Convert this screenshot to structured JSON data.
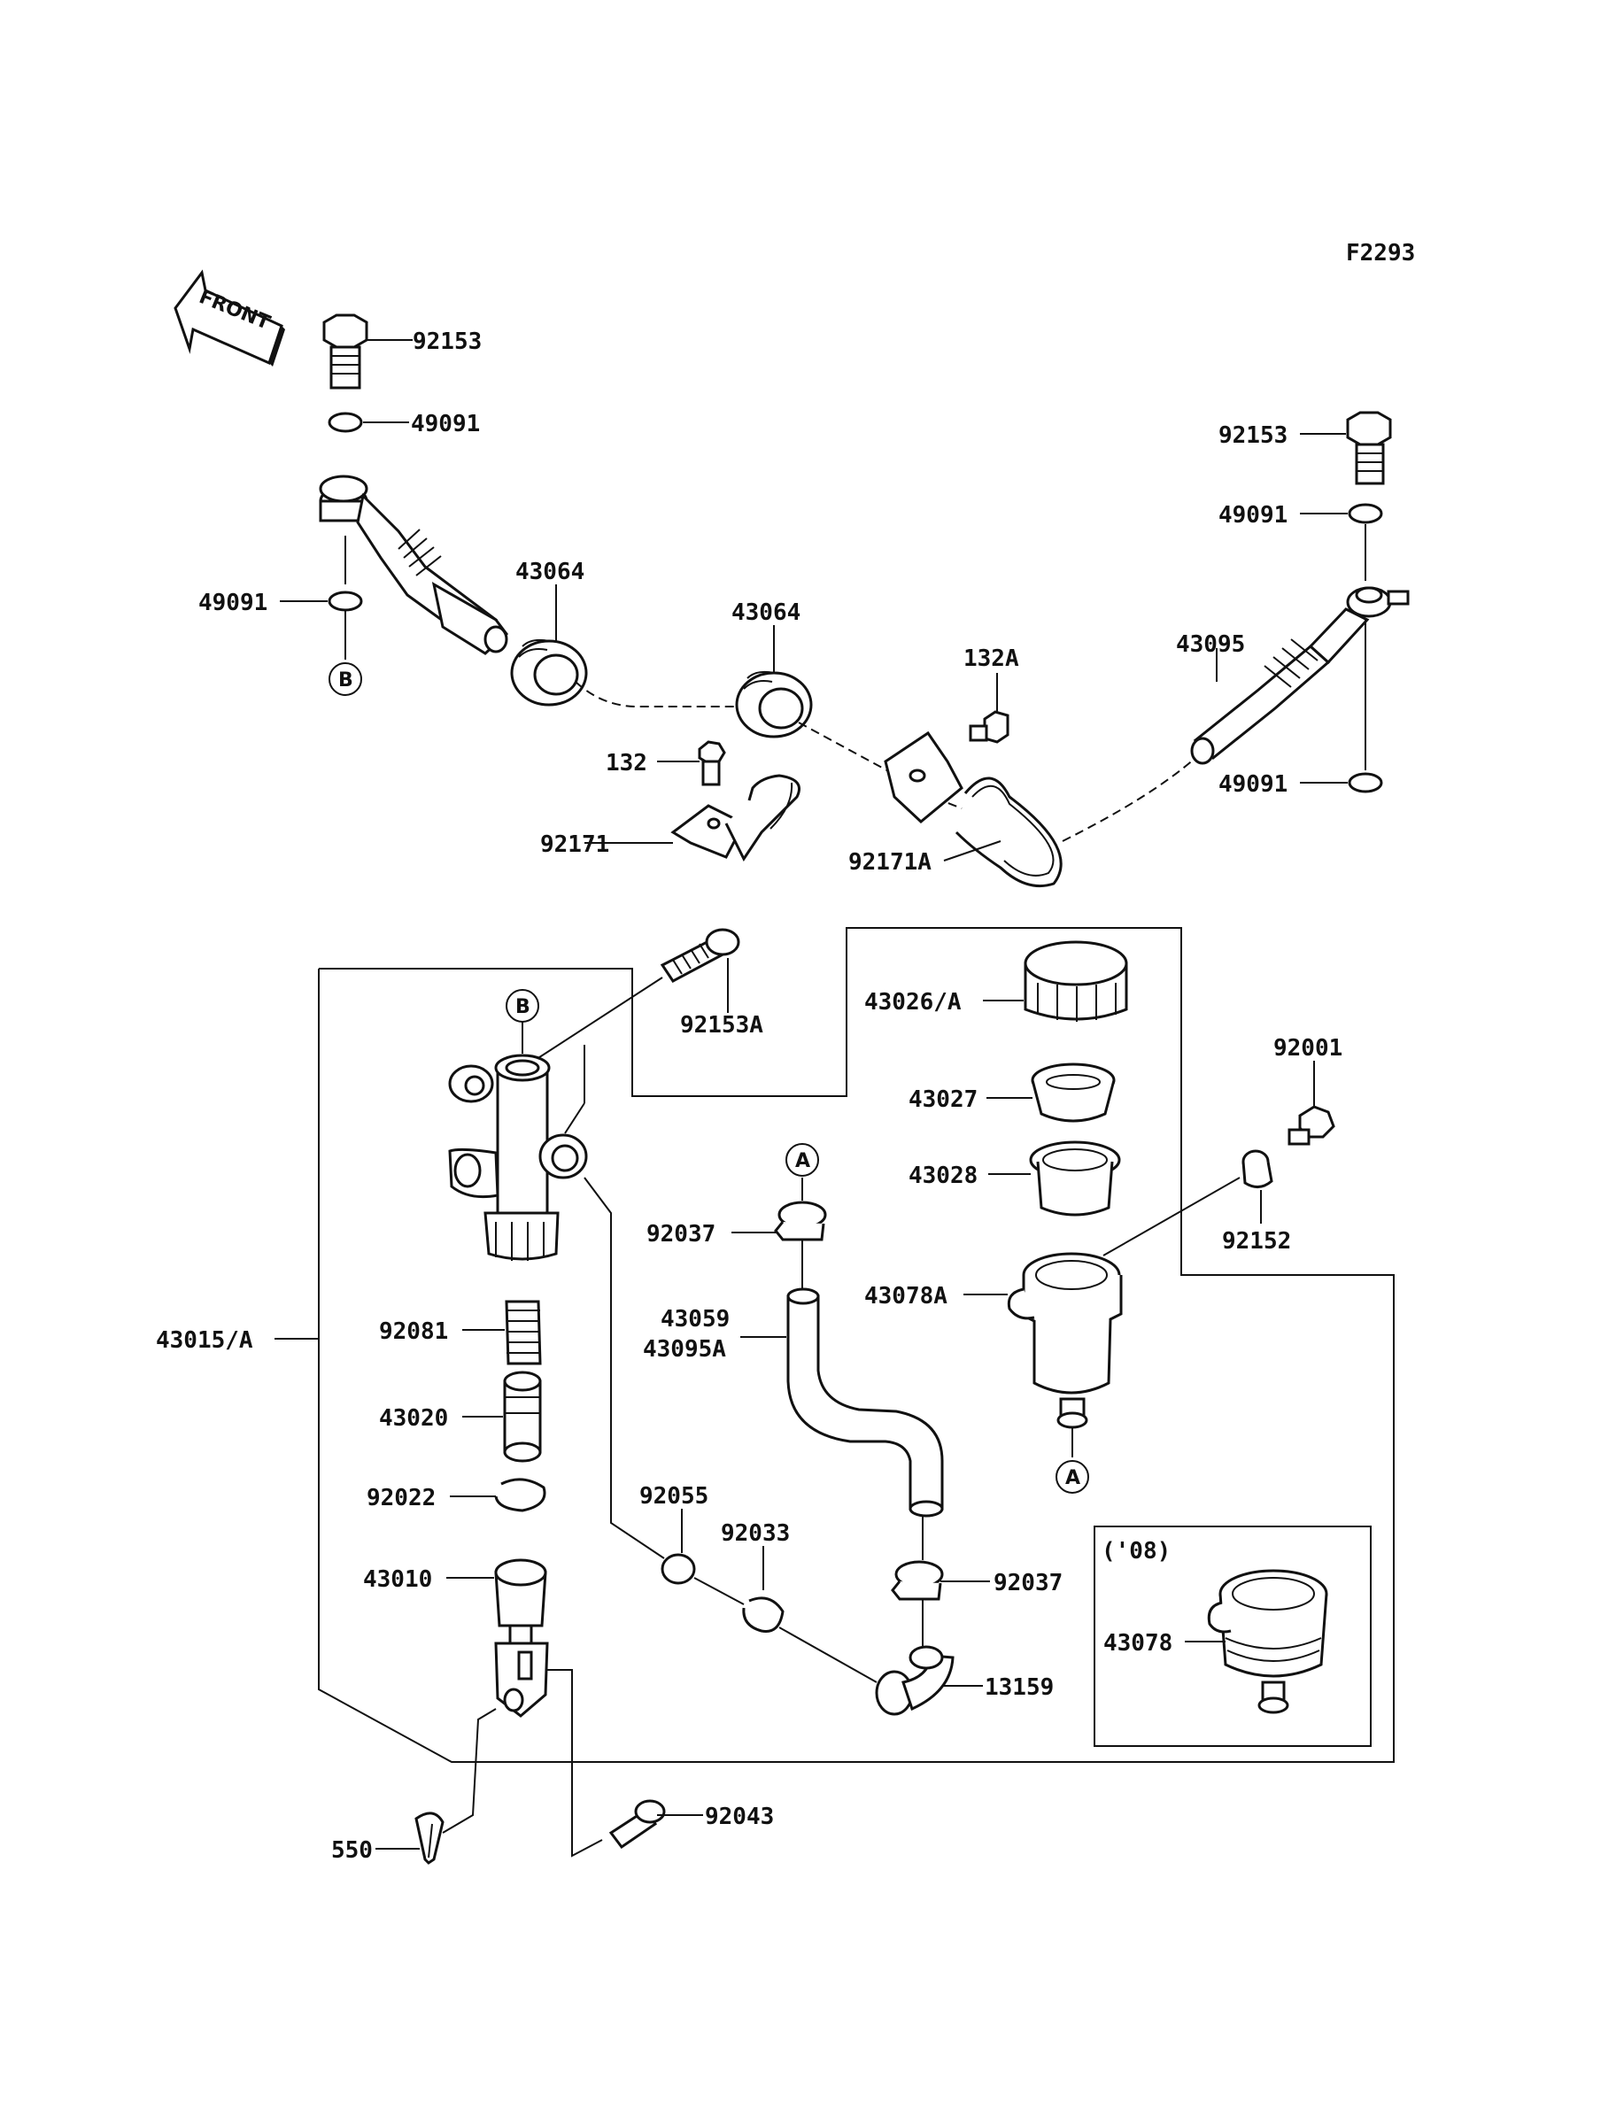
{
  "diagram_code": "F2293",
  "front_label": "FRONT",
  "note_year": "('08)",
  "refs": {
    "a": "A",
    "b": "B"
  },
  "labels": {
    "p92153_left": "92153",
    "p49091_top_left": "49091",
    "p49091_left": "49091",
    "p43064_left": "43064",
    "p43064_mid": "43064",
    "p132A": "132A",
    "p43095": "43095",
    "p92153_right": "92153",
    "p49091_right_top": "49091",
    "p49091_right_bottom": "49091",
    "p132": "132",
    "p92171": "92171",
    "p92171A": "92171A",
    "p92153A": "92153A",
    "p43026A": "43026/A",
    "p43027": "43027",
    "p43028": "43028",
    "p92001": "92001",
    "p92152": "92152",
    "p92037_top": "92037",
    "p43059": "43059",
    "p43095A": "43095A",
    "p43078A": "43078A",
    "p43015A": "43015/A",
    "p92081": "92081",
    "p43020": "43020",
    "p92022": "92022",
    "p43010": "43010",
    "p92055": "92055",
    "p92033": "92033",
    "p92037_bottom": "92037",
    "p13159": "13159",
    "p43078": "43078",
    "p92043": "92043",
    "p550": "550"
  }
}
